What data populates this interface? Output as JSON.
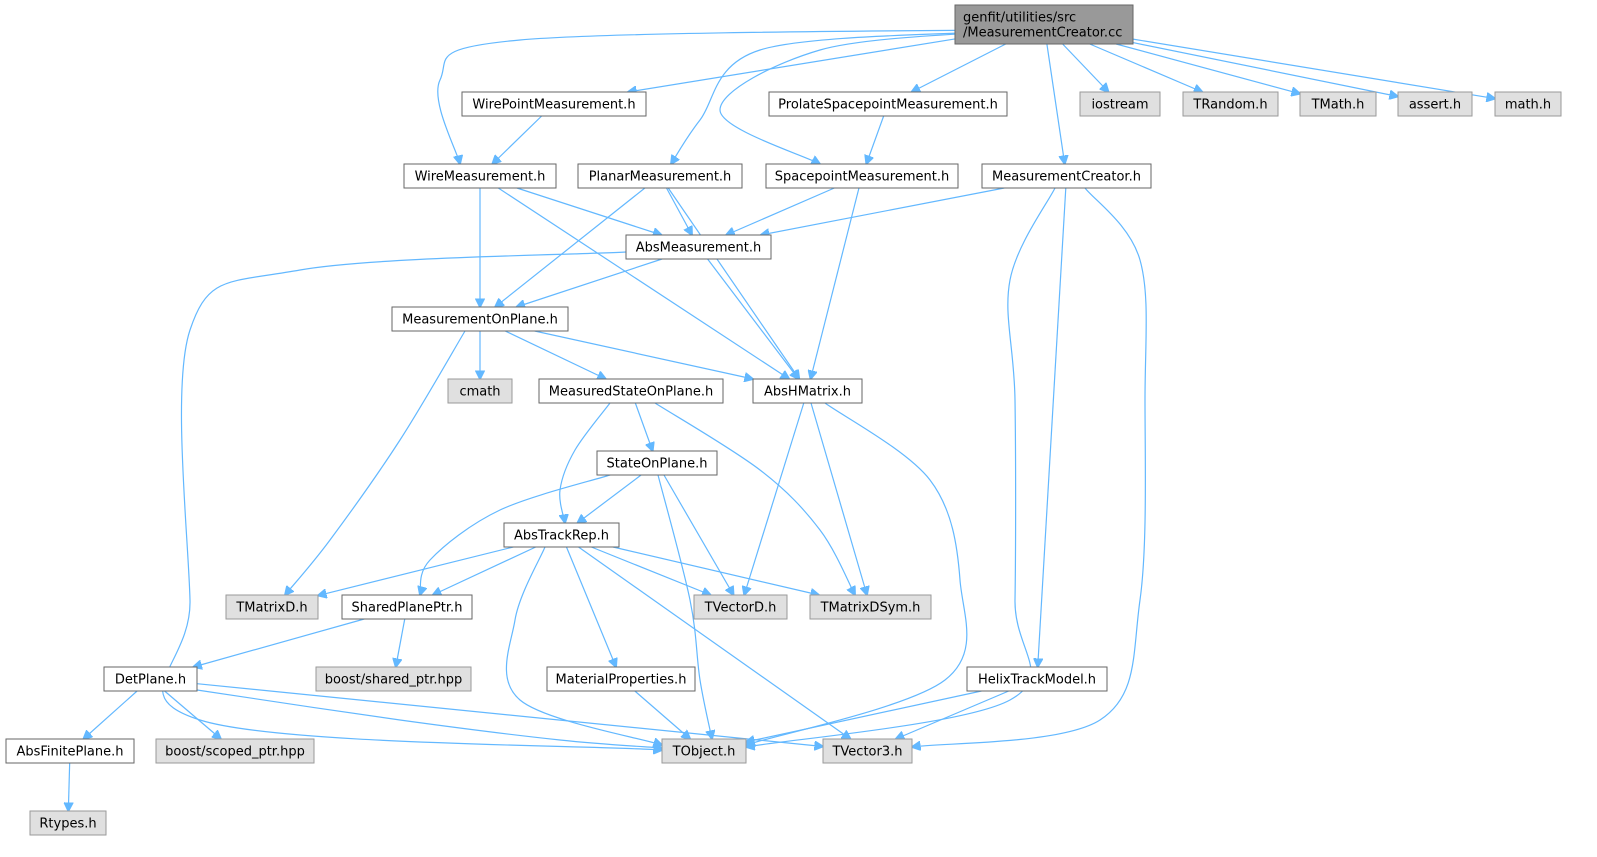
{
  "colors": {
    "edge": "#63b8ff",
    "node_fill": "#ffffff",
    "node_stroke": "#666666",
    "external_fill": "#e0e0e0",
    "external_stroke": "#999999",
    "root_fill": "#999999",
    "root_stroke": "#666666",
    "text": "#000000"
  },
  "nodes": [
    {
      "id": "root",
      "label": [
        "genfit/utilities/src",
        "/MeasurementCreator.cc"
      ],
      "kind": "root"
    },
    {
      "id": "wirepoint",
      "label": [
        "WirePointMeasurement.h"
      ],
      "kind": "internal"
    },
    {
      "id": "prolate",
      "label": [
        "ProlateSpacepointMeasurement.h"
      ],
      "kind": "internal"
    },
    {
      "id": "iostream",
      "label": [
        "iostream"
      ],
      "kind": "external"
    },
    {
      "id": "trandom",
      "label": [
        "TRandom.h"
      ],
      "kind": "external"
    },
    {
      "id": "tmath",
      "label": [
        "TMath.h"
      ],
      "kind": "external"
    },
    {
      "id": "assert",
      "label": [
        "assert.h"
      ],
      "kind": "external"
    },
    {
      "id": "math",
      "label": [
        "math.h"
      ],
      "kind": "external"
    },
    {
      "id": "wire",
      "label": [
        "WireMeasurement.h"
      ],
      "kind": "internal"
    },
    {
      "id": "planar",
      "label": [
        "PlanarMeasurement.h"
      ],
      "kind": "internal"
    },
    {
      "id": "spacepoint",
      "label": [
        "SpacepointMeasurement.h"
      ],
      "kind": "internal"
    },
    {
      "id": "mcreator",
      "label": [
        "MeasurementCreator.h"
      ],
      "kind": "internal"
    },
    {
      "id": "absmeas",
      "label": [
        "AbsMeasurement.h"
      ],
      "kind": "internal"
    },
    {
      "id": "meas_on_plane",
      "label": [
        "MeasurementOnPlane.h"
      ],
      "kind": "internal"
    },
    {
      "id": "cmath",
      "label": [
        "cmath"
      ],
      "kind": "external"
    },
    {
      "id": "msop",
      "label": [
        "MeasuredStateOnPlane.h"
      ],
      "kind": "internal"
    },
    {
      "id": "abshmatrix",
      "label": [
        "AbsHMatrix.h"
      ],
      "kind": "internal"
    },
    {
      "id": "sop",
      "label": [
        "StateOnPlane.h"
      ],
      "kind": "internal"
    },
    {
      "id": "abstrackrep",
      "label": [
        "AbsTrackRep.h"
      ],
      "kind": "internal"
    },
    {
      "id": "tmatrixd",
      "label": [
        "TMatrixD.h"
      ],
      "kind": "external"
    },
    {
      "id": "sharedplane",
      "label": [
        "SharedPlanePtr.h"
      ],
      "kind": "internal"
    },
    {
      "id": "tvectord",
      "label": [
        "TVectorD.h"
      ],
      "kind": "external"
    },
    {
      "id": "tmatrixdsym",
      "label": [
        "TMatrixDSym.h"
      ],
      "kind": "external"
    },
    {
      "id": "detplane",
      "label": [
        "DetPlane.h"
      ],
      "kind": "internal"
    },
    {
      "id": "boost_shared",
      "label": [
        "boost/shared_ptr.hpp"
      ],
      "kind": "external"
    },
    {
      "id": "material",
      "label": [
        "MaterialProperties.h"
      ],
      "kind": "internal"
    },
    {
      "id": "helix",
      "label": [
        "HelixTrackModel.h"
      ],
      "kind": "internal"
    },
    {
      "id": "absfinite",
      "label": [
        "AbsFinitePlane.h"
      ],
      "kind": "internal"
    },
    {
      "id": "boost_scoped",
      "label": [
        "boost/scoped_ptr.hpp"
      ],
      "kind": "external"
    },
    {
      "id": "tobject",
      "label": [
        "TObject.h"
      ],
      "kind": "external"
    },
    {
      "id": "tvector3",
      "label": [
        "TVector3.h"
      ],
      "kind": "external"
    },
    {
      "id": "rtypes",
      "label": [
        "Rtypes.h"
      ],
      "kind": "external"
    }
  ],
  "edges": [
    [
      "root",
      "wirepoint"
    ],
    [
      "root",
      "wire"
    ],
    [
      "root",
      "planar"
    ],
    [
      "root",
      "prolate"
    ],
    [
      "root",
      "spacepoint"
    ],
    [
      "root",
      "mcreator"
    ],
    [
      "root",
      "iostream"
    ],
    [
      "root",
      "trandom"
    ],
    [
      "root",
      "tmath"
    ],
    [
      "root",
      "assert"
    ],
    [
      "root",
      "math"
    ],
    [
      "wirepoint",
      "wire"
    ],
    [
      "prolate",
      "spacepoint"
    ],
    [
      "wire",
      "absmeas"
    ],
    [
      "wire",
      "meas_on_plane"
    ],
    [
      "wire",
      "abshmatrix"
    ],
    [
      "planar",
      "absmeas"
    ],
    [
      "planar",
      "meas_on_plane"
    ],
    [
      "planar",
      "abshmatrix"
    ],
    [
      "spacepoint",
      "absmeas"
    ],
    [
      "spacepoint",
      "abshmatrix"
    ],
    [
      "mcreator",
      "absmeas"
    ],
    [
      "mcreator",
      "tobject"
    ],
    [
      "mcreator",
      "helix"
    ],
    [
      "mcreator",
      "tvector3"
    ],
    [
      "absmeas",
      "meas_on_plane"
    ],
    [
      "absmeas",
      "abshmatrix"
    ],
    [
      "absmeas",
      "tobject"
    ],
    [
      "meas_on_plane",
      "cmath"
    ],
    [
      "meas_on_plane",
      "msop"
    ],
    [
      "meas_on_plane",
      "abshmatrix"
    ],
    [
      "meas_on_plane",
      "tmatrixd"
    ],
    [
      "msop",
      "sop"
    ],
    [
      "msop",
      "abstrackrep"
    ],
    [
      "msop",
      "tmatrixdsym"
    ],
    [
      "abshmatrix",
      "tvectord"
    ],
    [
      "abshmatrix",
      "tmatrixdsym"
    ],
    [
      "abshmatrix",
      "tobject"
    ],
    [
      "sop",
      "abstrackrep"
    ],
    [
      "sop",
      "sharedplane"
    ],
    [
      "sop",
      "tvectord"
    ],
    [
      "sop",
      "tobject"
    ],
    [
      "abstrackrep",
      "tmatrixd"
    ],
    [
      "abstrackrep",
      "sharedplane"
    ],
    [
      "abstrackrep",
      "tvectord"
    ],
    [
      "abstrackrep",
      "tmatrixdsym"
    ],
    [
      "abstrackrep",
      "material"
    ],
    [
      "abstrackrep",
      "tobject"
    ],
    [
      "abstrackrep",
      "tvector3"
    ],
    [
      "sharedplane",
      "detplane"
    ],
    [
      "sharedplane",
      "boost_shared"
    ],
    [
      "detplane",
      "absfinite"
    ],
    [
      "detplane",
      "boost_scoped"
    ],
    [
      "detplane",
      "tobject"
    ],
    [
      "detplane",
      "tvector3"
    ],
    [
      "material",
      "tobject"
    ],
    [
      "helix",
      "tobject"
    ],
    [
      "helix",
      "tvector3"
    ],
    [
      "absfinite",
      "rtypes"
    ]
  ]
}
